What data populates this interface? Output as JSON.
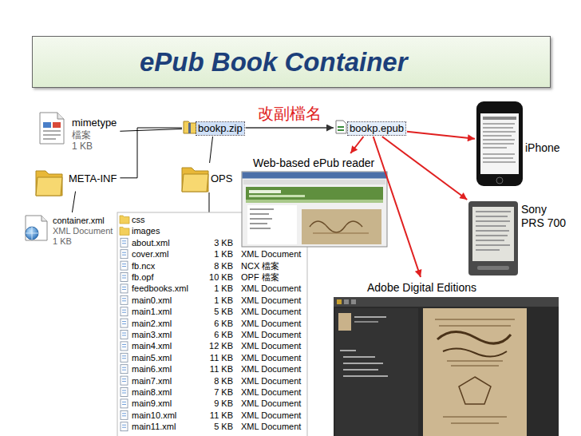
{
  "diagram": {
    "title": "ePub Book Container",
    "nodes": [
      {
        "text": [
          "mimetype",
          "檔案",
          "1 KB"
        ]
      },
      {
        "text": [
          "bookp.zip"
        ]
      },
      {
        "text": [
          "bookp.epub"
        ]
      },
      {
        "text": [
          "iPhone"
        ]
      },
      {
        "text": [
          "META-INF"
        ]
      },
      {
        "text": [
          "OPS"
        ]
      },
      {
        "text": [
          "Web-based ePub reader"
        ]
      },
      {
        "text": [
          "container.xml",
          "XML Document",
          "1 KB"
        ]
      },
      {
        "text": [
          "Sony PRS 700"
        ]
      },
      {
        "text": [
          "Adobe Digital Editions"
        ]
      }
    ],
    "edges": [
      {
        "from": 1,
        "to": 0,
        "arrow": "none"
      },
      {
        "from": 1,
        "to": 4,
        "arrow": "none"
      },
      {
        "from": 1,
        "to": 5,
        "arrow": "none"
      },
      {
        "from": 4,
        "to": 7,
        "arrow": "none"
      },
      {
        "from": 1,
        "to": 2,
        "arrow": "to",
        "label": "改副檔名"
      },
      {
        "from": 2,
        "to": 3,
        "arrow": "to"
      },
      {
        "from": 2,
        "to": 8,
        "arrow": "to"
      },
      {
        "from": 2,
        "to": 6,
        "arrow": "to"
      },
      {
        "from": 2,
        "to": 9,
        "arrow": "to"
      }
    ],
    "labels": [
      "css",
      "images",
      "about.xml",
      "3 KB",
      "cover.xml",
      "1 KB",
      "XML Document",
      "fb.ncx",
      "8 KB",
      "NCX 檔案",
      "fb.opf",
      "10 KB",
      "OPF 檔案",
      "feedbooks.xml",
      "1 KB",
      "XML Document",
      "main0.xml",
      "1 KB",
      "XML Document",
      "main1.xml",
      "5 KB",
      "XML Document",
      "main2.xml",
      "6 KB",
      "XML Document",
      "main3.xml",
      "6 KB",
      "XML Document",
      "main4.xml",
      "12 KB",
      "XML Document",
      "main5.xml",
      "11 KB",
      "XML Document",
      "main6.xml",
      "11 KB",
      "XML Document",
      "main7.xml",
      "8 KB",
      "XML Document",
      "main8.xml",
      "7 KB",
      "XML Document",
      "main9.xml",
      "9 KB",
      "XML Document",
      "main10.xml",
      "11 KB",
      "XML Document",
      "main11.xml",
      "5 KB",
      "XML Document"
    ]
  }
}
